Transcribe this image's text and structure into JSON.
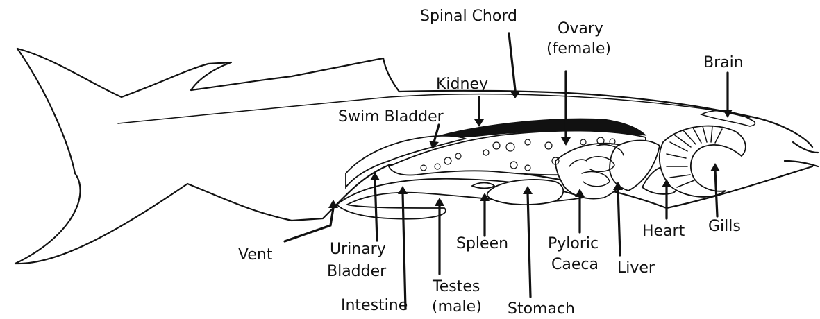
{
  "diagram": {
    "labels": {
      "spinal_chord": "Spinal Chord",
      "ovary_1": "Ovary",
      "ovary_2": "(female)",
      "brain": "Brain",
      "kidney": "Kidney",
      "swim_bladder": "Swim Bladder",
      "vent": "Vent",
      "urinary_1": "Urinary",
      "urinary_2": "Bladder",
      "intestine": "Intestine",
      "testes_1": "Testes",
      "testes_2": "(male)",
      "spleen": "Spleen",
      "stomach": "Stomach",
      "pyloric_1": "Pyloric",
      "pyloric_2": "Caeca",
      "liver": "Liver",
      "heart": "Heart",
      "gills": "Gills"
    }
  }
}
